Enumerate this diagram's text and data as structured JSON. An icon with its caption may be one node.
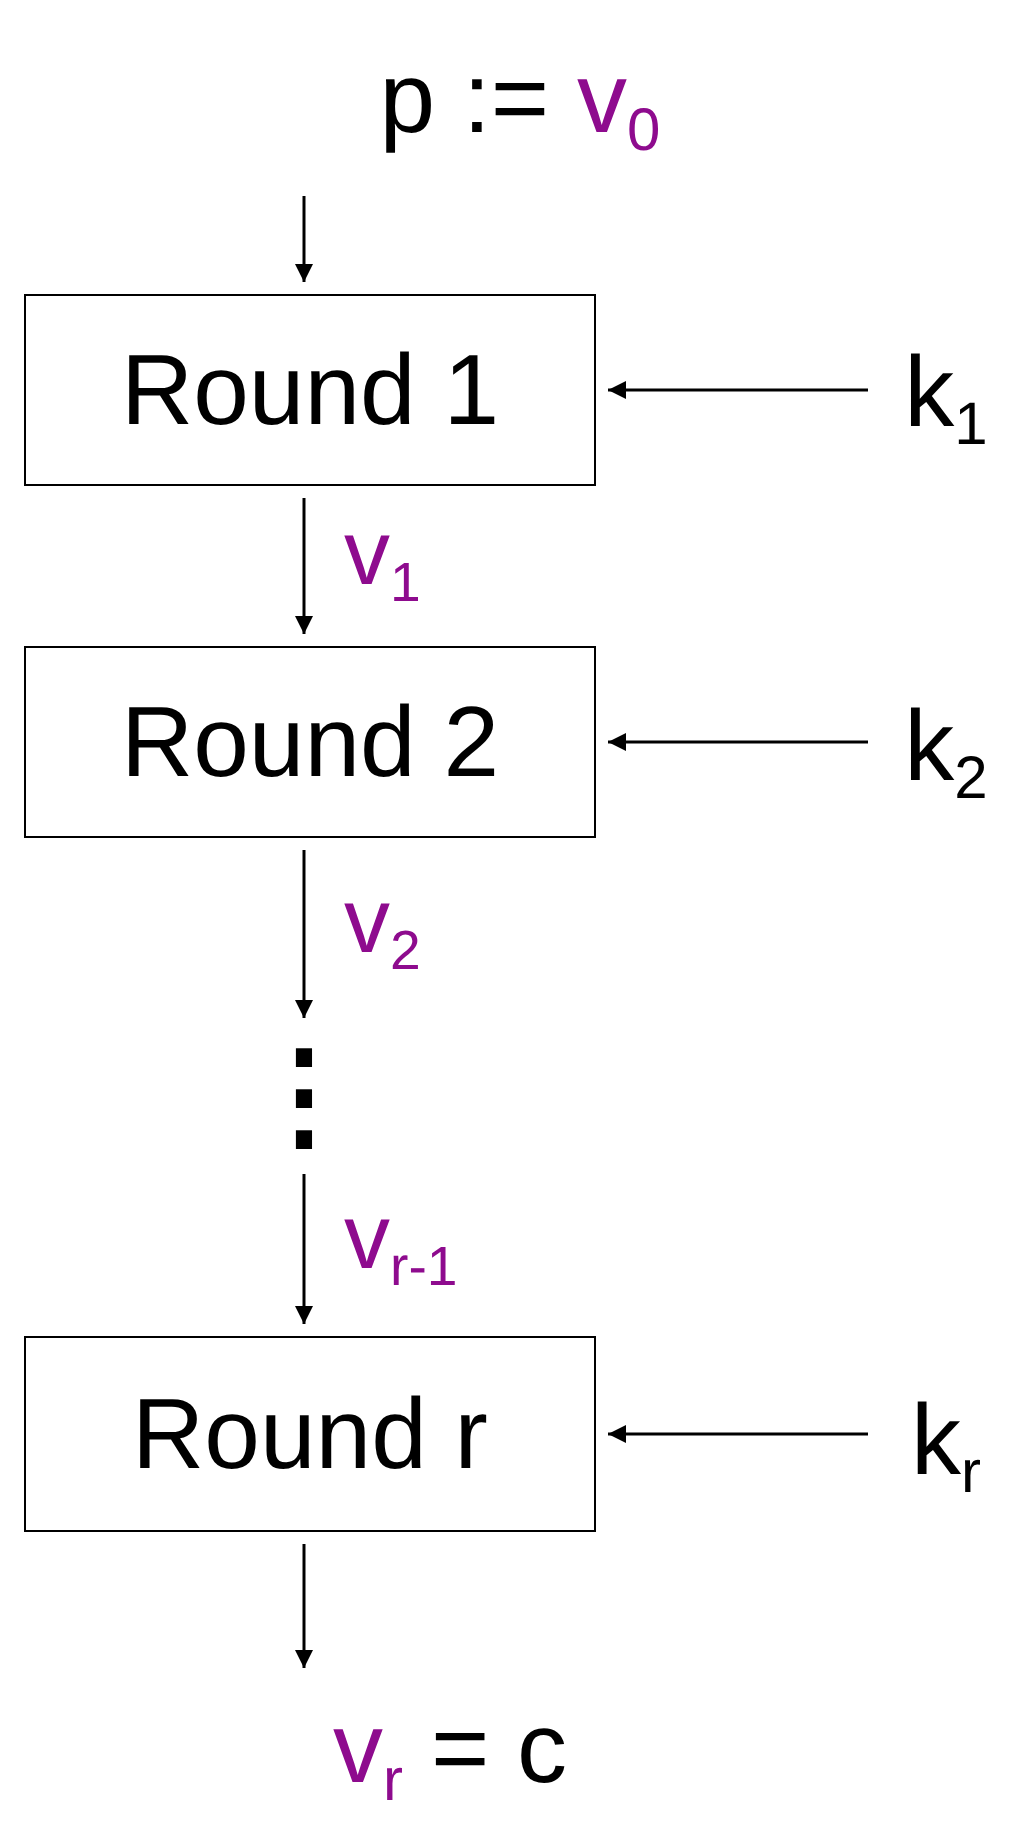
{
  "diagram": {
    "nodes": [
      {
        "text": [
          "p :=",
          "v$_{0}$"
        ]
      },
      {
        "text": [
          "Round 1"
        ]
      },
      {
        "text": [
          "Round 2"
        ]
      },
      {
        "text": [
          "⋮"
        ]
      },
      {
        "text": [
          "Round r"
        ]
      },
      {
        "text": [
          "v$_{r}$",
          "= c"
        ]
      },
      {
        "text": [
          "k$_{1}$"
        ]
      },
      {
        "text": [
          "k$_{2}$"
        ]
      },
      {
        "text": [
          "k$_{r}$"
        ]
      }
    ],
    "edges": [
      {
        "from": 0,
        "to": 1,
        "arrow": "to"
      },
      {
        "from": 1,
        "to": 2,
        "arrow": "to",
        "label": "v$_{1}$"
      },
      {
        "from": 2,
        "to": 3,
        "arrow": "to",
        "label": "v$_{2}$"
      },
      {
        "from": 3,
        "to": 4,
        "arrow": "to",
        "label": "v$_{r-1}$"
      },
      {
        "from": 4,
        "to": 5,
        "arrow": "to"
      },
      {
        "from": 6,
        "to": 1,
        "arrow": "to"
      },
      {
        "from": 7,
        "to": 2,
        "arrow": "to"
      },
      {
        "from": 8,
        "to": 4,
        "arrow": "to"
      }
    ]
  }
}
